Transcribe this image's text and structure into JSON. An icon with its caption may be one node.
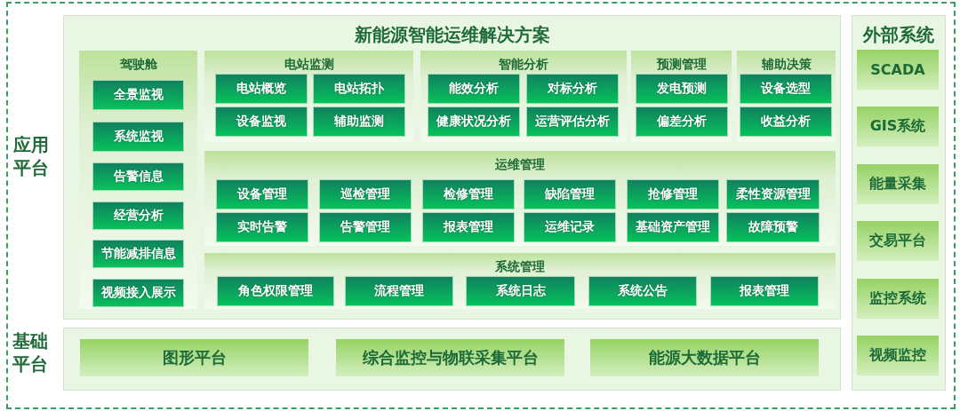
{
  "diagram": {
    "nodes": [
      {
        "text": [
          "新能源智能运维解决方案"
        ],
        "beside": [
          "应用平台"
        ]
      },
      {
        "text": [
          "驾驶舱"
        ],
        "in": 0
      },
      {
        "text": [
          "全景监视"
        ],
        "in": 1
      },
      {
        "text": [
          "系统监视"
        ],
        "in": 1
      },
      {
        "text": [
          "告警信息"
        ],
        "in": 1
      },
      {
        "text": [
          "经营分析"
        ],
        "in": 1
      },
      {
        "text": [
          "节能减排信息"
        ],
        "in": 1
      },
      {
        "text": [
          "视频接入展示"
        ],
        "in": 1
      },
      {
        "text": [
          "电站监测"
        ],
        "in": 0
      },
      {
        "text": [
          "电站概览"
        ],
        "in": 8
      },
      {
        "text": [
          "电站拓扑"
        ],
        "in": 8
      },
      {
        "text": [
          "设备监视"
        ],
        "in": 8
      },
      {
        "text": [
          "辅助监测"
        ],
        "in": 8
      },
      {
        "text": [
          "智能分析"
        ],
        "in": 0
      },
      {
        "text": [
          "能效分析"
        ],
        "in": 13
      },
      {
        "text": [
          "对标分析"
        ],
        "in": 13
      },
      {
        "text": [
          "健康状况分析"
        ],
        "in": 13
      },
      {
        "text": [
          "运营评估分析"
        ],
        "in": 13
      },
      {
        "text": [
          "预测管理"
        ],
        "in": 0
      },
      {
        "text": [
          "发电预测"
        ],
        "in": 18
      },
      {
        "text": [
          "偏差分析"
        ],
        "in": 18
      },
      {
        "text": [
          "辅助决策"
        ],
        "in": 0
      },
      {
        "text": [
          "设备选型"
        ],
        "in": 21
      },
      {
        "text": [
          "收益分析"
        ],
        "in": 21
      },
      {
        "text": [
          "运维管理"
        ],
        "in": 0
      },
      {
        "text": [
          "设备管理"
        ],
        "in": 24
      },
      {
        "text": [
          "巡检管理"
        ],
        "in": 24
      },
      {
        "text": [
          "检修管理"
        ],
        "in": 24
      },
      {
        "text": [
          "缺陷管理"
        ],
        "in": 24
      },
      {
        "text": [
          "抢修管理"
        ],
        "in": 24
      },
      {
        "text": [
          "柔性资源管理"
        ],
        "in": 24
      },
      {
        "text": [
          "实时告警"
        ],
        "in": 24
      },
      {
        "text": [
          "告警管理"
        ],
        "in": 24
      },
      {
        "text": [
          "报表管理"
        ],
        "in": 24
      },
      {
        "text": [
          "运维记录"
        ],
        "in": 24
      },
      {
        "text": [
          "基础资产管理"
        ],
        "in": 24
      },
      {
        "text": [
          "故障预警"
        ],
        "in": 24
      },
      {
        "text": [
          "系统管理"
        ],
        "in": 0
      },
      {
        "text": [
          "角色权限管理"
        ],
        "in": 37
      },
      {
        "text": [
          "流程管理"
        ],
        "in": 37
      },
      {
        "text": [
          "系统日志"
        ],
        "in": 37
      },
      {
        "text": [
          "系统公告"
        ],
        "in": 37
      },
      {
        "text": [
          "报表管理"
        ],
        "in": 37
      },
      {
        "text": [],
        "shape": "box",
        "beside": [
          "基础平台"
        ]
      },
      {
        "text": [
          "图形平台"
        ],
        "in": 43
      },
      {
        "text": [
          "综合监控与物联采集平台"
        ],
        "in": 43
      },
      {
        "text": [
          "能源大数据平台"
        ],
        "in": 43
      },
      {
        "text": [
          "外部系统"
        ]
      },
      {
        "text": [
          "SCADA"
        ],
        "in": 47
      },
      {
        "text": [
          "GIS系统"
        ],
        "in": 47
      },
      {
        "text": [
          "能量采集"
        ],
        "in": 47
      },
      {
        "text": [
          "交易平台"
        ],
        "in": 47
      },
      {
        "text": [
          "监控系统"
        ],
        "in": 47
      },
      {
        "text": [
          "视频监控"
        ],
        "in": 47
      }
    ],
    "edges": []
  }
}
